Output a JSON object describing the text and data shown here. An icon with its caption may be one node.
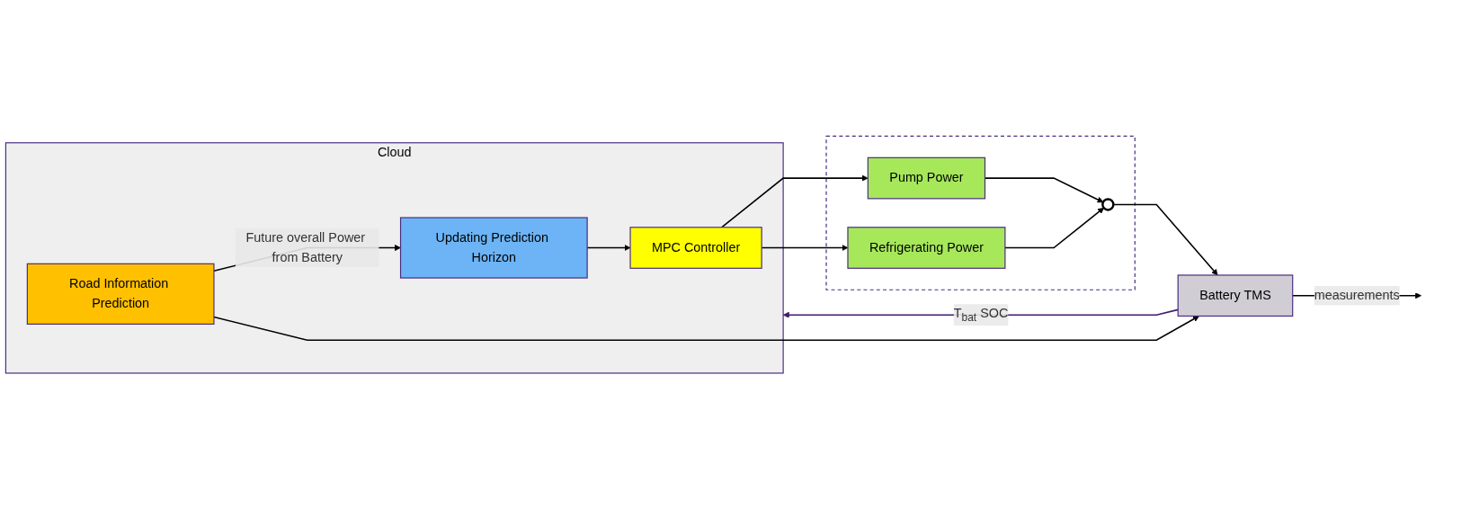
{
  "diagram": {
    "nodes": [
      {
        "text": [
          "Cloud"
        ]
      },
      {
        "text": [
          "MPC Controller"
        ],
        "in": 0
      },
      {
        "text": [
          "Updating Prediction Horizon"
        ],
        "in": 0
      },
      {
        "text": [
          "Road Information Prediction"
        ],
        "in": 0
      },
      {
        "text": [],
        "shape": "box"
      },
      {
        "text": [
          "Pump Power"
        ],
        "in": 4
      },
      {
        "text": [
          "Refrigerating Power"
        ],
        "in": 4
      },
      {
        "text": [],
        "shape": "circle",
        "in": 4
      },
      {
        "text": [
          "Battery TMS"
        ]
      }
    ],
    "edges": [
      {
        "from": 3,
        "to": 2,
        "arrow": "to",
        "label": "Future overall Power from Battery"
      },
      {
        "from": 2,
        "to": 1,
        "arrow": "to"
      },
      {
        "from": 1,
        "to": 5,
        "arrow": "to"
      },
      {
        "from": 1,
        "to": 6,
        "arrow": "to"
      },
      {
        "from": 5,
        "to": 7,
        "arrow": "to"
      },
      {
        "from": 6,
        "to": 7,
        "arrow": "to"
      },
      {
        "from": 7,
        "to": 8,
        "arrow": "to"
      },
      {
        "from": 3,
        "to": 8,
        "arrow": "to"
      },
      {
        "from": 8,
        "to": null,
        "arrow": "to",
        "label": "measurements"
      },
      {
        "from": 8,
        "to": 0,
        "arrow": "to",
        "label": "T$_{bat}$ SOC",
        "color": "#3f1a6e"
      }
    ]
  }
}
